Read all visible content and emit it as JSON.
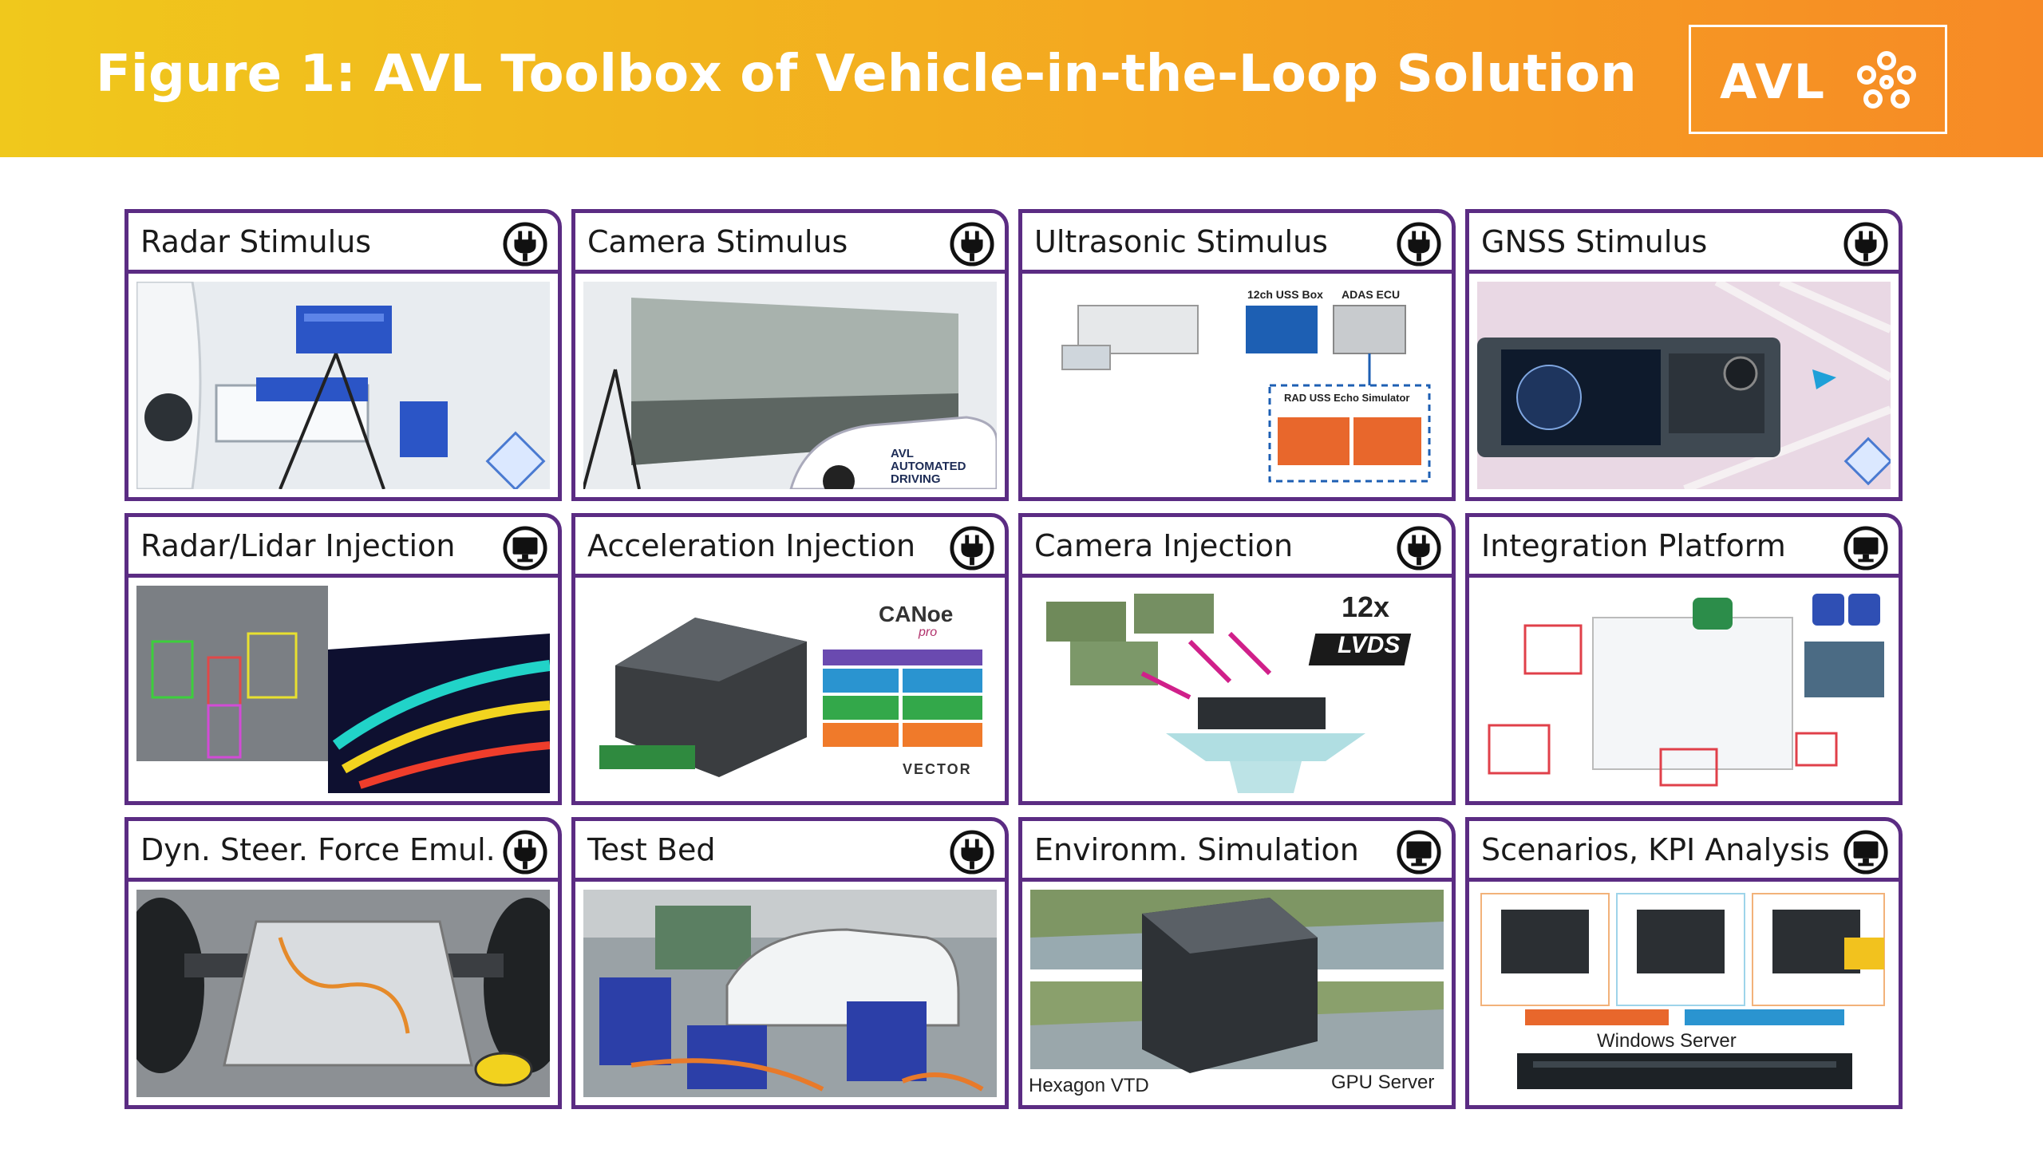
{
  "header": {
    "title": "Figure 1: AVL Toolbox of Vehicle-in-the-Loop Solution",
    "logo_text": "AVL"
  },
  "colors": {
    "frame": "#5b2c83",
    "header_start": "#f0c81c",
    "header_end": "#f78a26"
  },
  "tiles": [
    {
      "title": "Radar Stimulus",
      "icon": "plug-icon"
    },
    {
      "title": "Camera Stimulus",
      "icon": "plug-icon"
    },
    {
      "title": "Ultrasonic Stimulus",
      "icon": "plug-icon"
    },
    {
      "title": "GNSS Stimulus",
      "icon": "plug-icon"
    },
    {
      "title": "Radar/Lidar Injection",
      "icon": "monitor-icon"
    },
    {
      "title": "Acceleration Injection",
      "icon": "plug-icon"
    },
    {
      "title": "Camera Injection",
      "icon": "plug-icon"
    },
    {
      "title": "Integration Platform",
      "icon": "monitor-icon"
    },
    {
      "title": "Dyn. Steer. Force Emul.",
      "icon": "plug-icon"
    },
    {
      "title": "Test Bed",
      "icon": "plug-icon"
    },
    {
      "title": "Environm. Simulation",
      "icon": "monitor-icon"
    },
    {
      "title": "Scenarios, KPI Analysis",
      "icon": "monitor-icon"
    }
  ],
  "image_text": {
    "camera_stimulus_car": "AVL AUTOMATED DRIVING",
    "ultrasonic_box": "12ch USS Box",
    "ultrasonic_ecu": "ADAS ECU",
    "ultrasonic_sim": "RAD USS Echo Simulator",
    "canoe": "CANoe",
    "canoe_pro": "pro",
    "vector": "VECTOR",
    "lvds_count": "12x",
    "lvds": "LVDS",
    "env_left": "Hexagon VTD",
    "env_right": "GPU Server",
    "kpi_server": "Windows Server"
  }
}
